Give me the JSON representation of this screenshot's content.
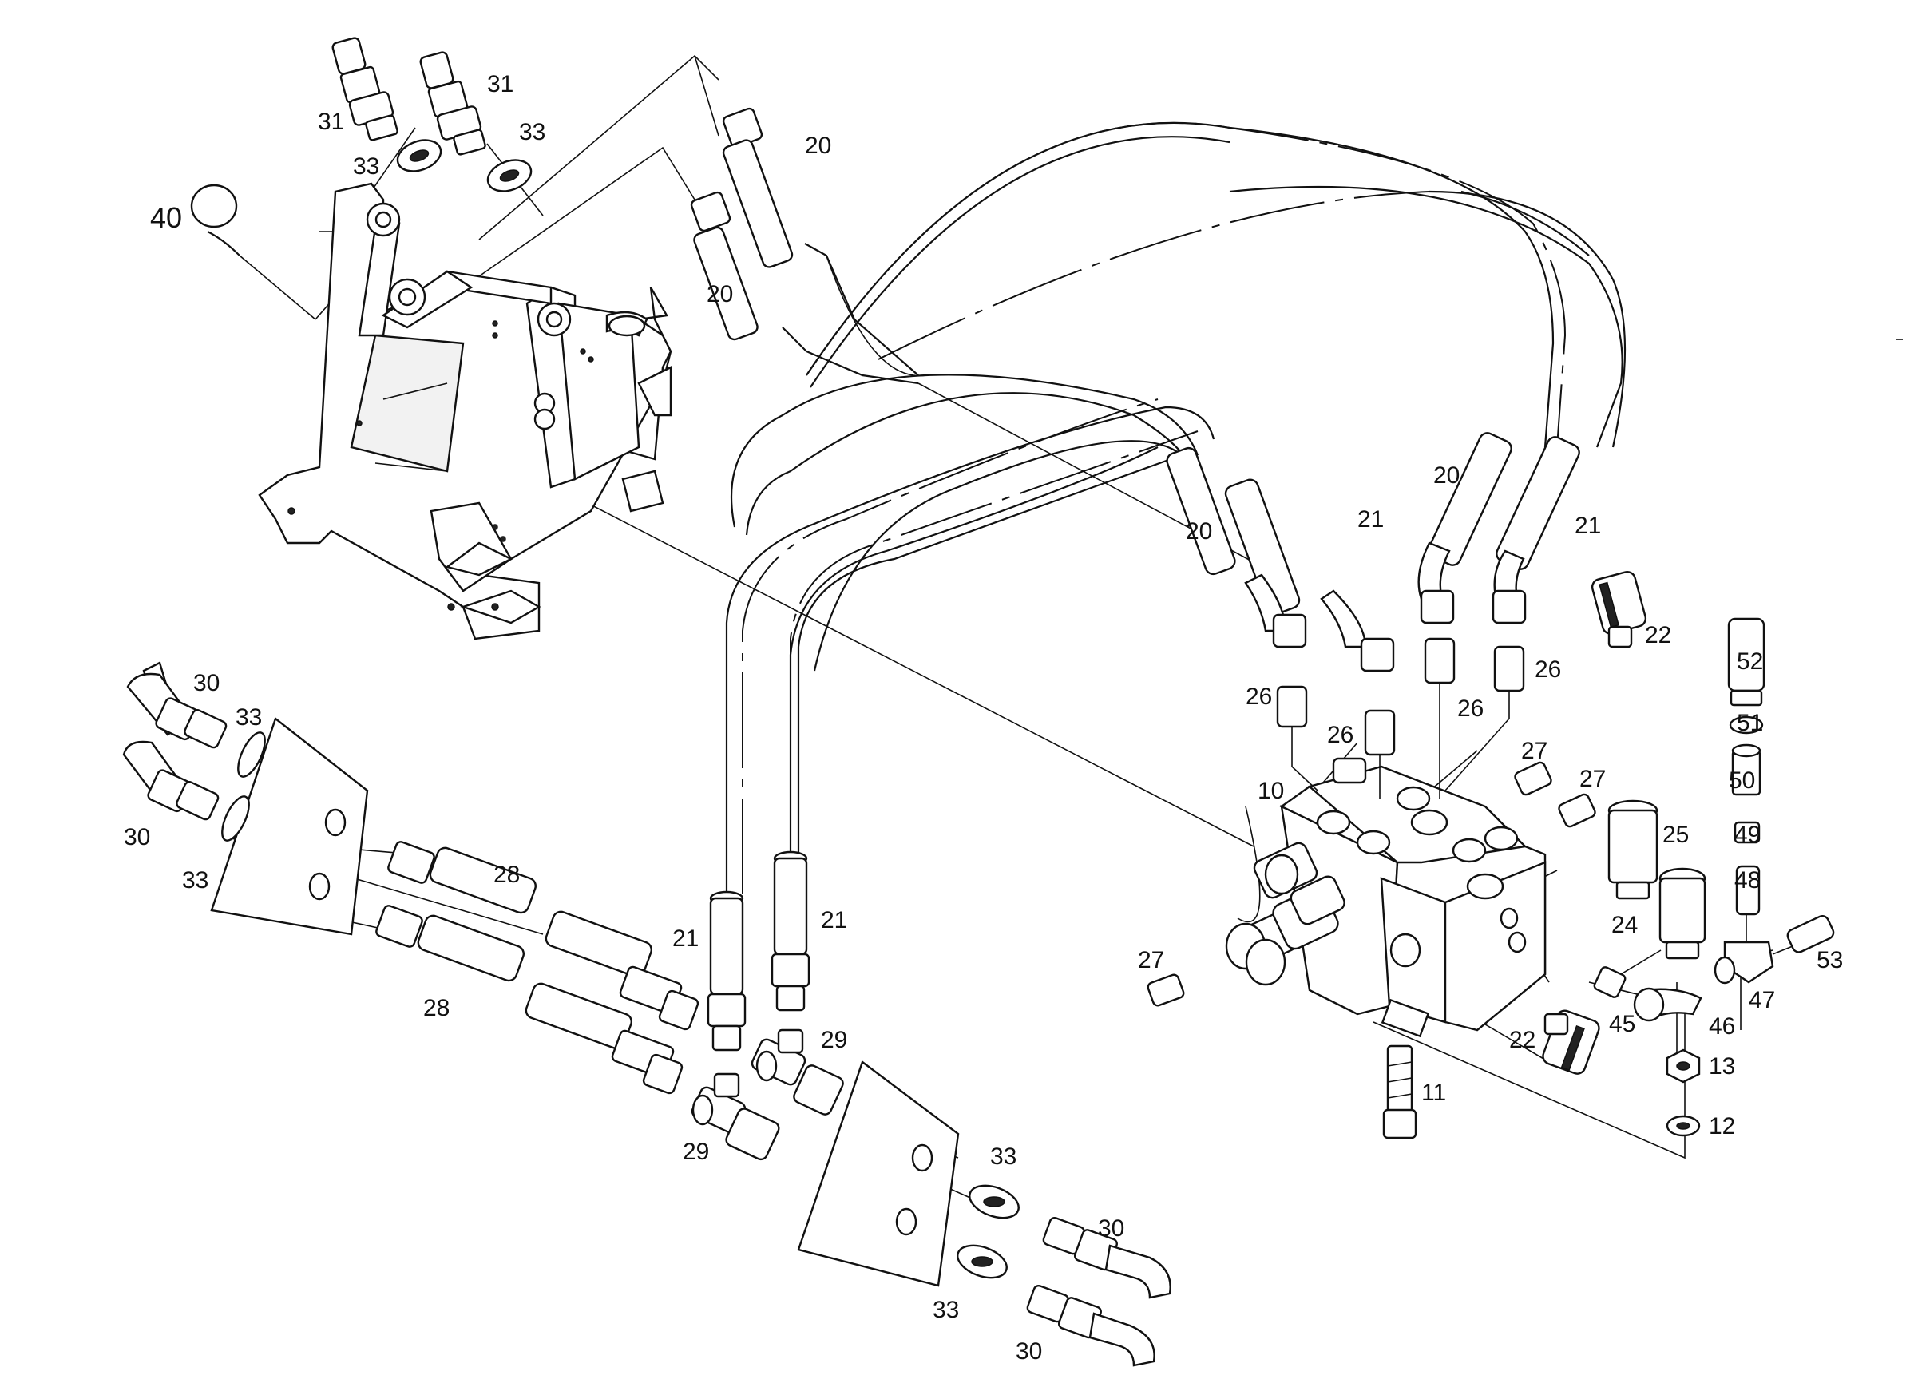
{
  "callouts": [
    {
      "id": "c31a",
      "text": "31"
    },
    {
      "id": "c31b",
      "text": "31"
    },
    {
      "id": "c33a",
      "text": "33"
    },
    {
      "id": "c33b",
      "text": "33"
    },
    {
      "id": "c40",
      "text": "40"
    },
    {
      "id": "c20a",
      "text": "20"
    },
    {
      "id": "c20b",
      "text": "20"
    },
    {
      "id": "c20c",
      "text": "20"
    },
    {
      "id": "c20d",
      "text": "20"
    },
    {
      "id": "c21a",
      "text": "21"
    },
    {
      "id": "c21b",
      "text": "21"
    },
    {
      "id": "c22a",
      "text": "22"
    },
    {
      "id": "c52",
      "text": "52"
    },
    {
      "id": "c26a",
      "text": "26"
    },
    {
      "id": "c26b",
      "text": "26"
    },
    {
      "id": "c26c",
      "text": "26"
    },
    {
      "id": "c26d",
      "text": "26"
    },
    {
      "id": "c51",
      "text": "51"
    },
    {
      "id": "c27a",
      "text": "27"
    },
    {
      "id": "c27b",
      "text": "27"
    },
    {
      "id": "c50",
      "text": "50"
    },
    {
      "id": "c10",
      "text": "10"
    },
    {
      "id": "c25",
      "text": "25"
    },
    {
      "id": "c49",
      "text": "49"
    },
    {
      "id": "c48",
      "text": "48"
    },
    {
      "id": "c24",
      "text": "24"
    },
    {
      "id": "c53",
      "text": "53"
    },
    {
      "id": "c27c",
      "text": "27"
    },
    {
      "id": "c47",
      "text": "47"
    },
    {
      "id": "c45",
      "text": "45"
    },
    {
      "id": "c46",
      "text": "46"
    },
    {
      "id": "c22b",
      "text": "22"
    },
    {
      "id": "c13",
      "text": "13"
    },
    {
      "id": "c11",
      "text": "11"
    },
    {
      "id": "c12",
      "text": "12"
    },
    {
      "id": "c30a",
      "text": "30"
    },
    {
      "id": "c33c",
      "text": "33"
    },
    {
      "id": "c30b",
      "text": "30"
    },
    {
      "id": "c33d",
      "text": "33"
    },
    {
      "id": "c28a",
      "text": "28"
    },
    {
      "id": "c28b",
      "text": "28"
    },
    {
      "id": "c21c",
      "text": "21"
    },
    {
      "id": "c21d",
      "text": "21"
    },
    {
      "id": "c29a",
      "text": "29"
    },
    {
      "id": "c29b",
      "text": "29"
    },
    {
      "id": "c33e",
      "text": "33"
    },
    {
      "id": "c33f",
      "text": "33"
    },
    {
      "id": "c30c",
      "text": "30"
    },
    {
      "id": "c30d",
      "text": "30"
    }
  ]
}
